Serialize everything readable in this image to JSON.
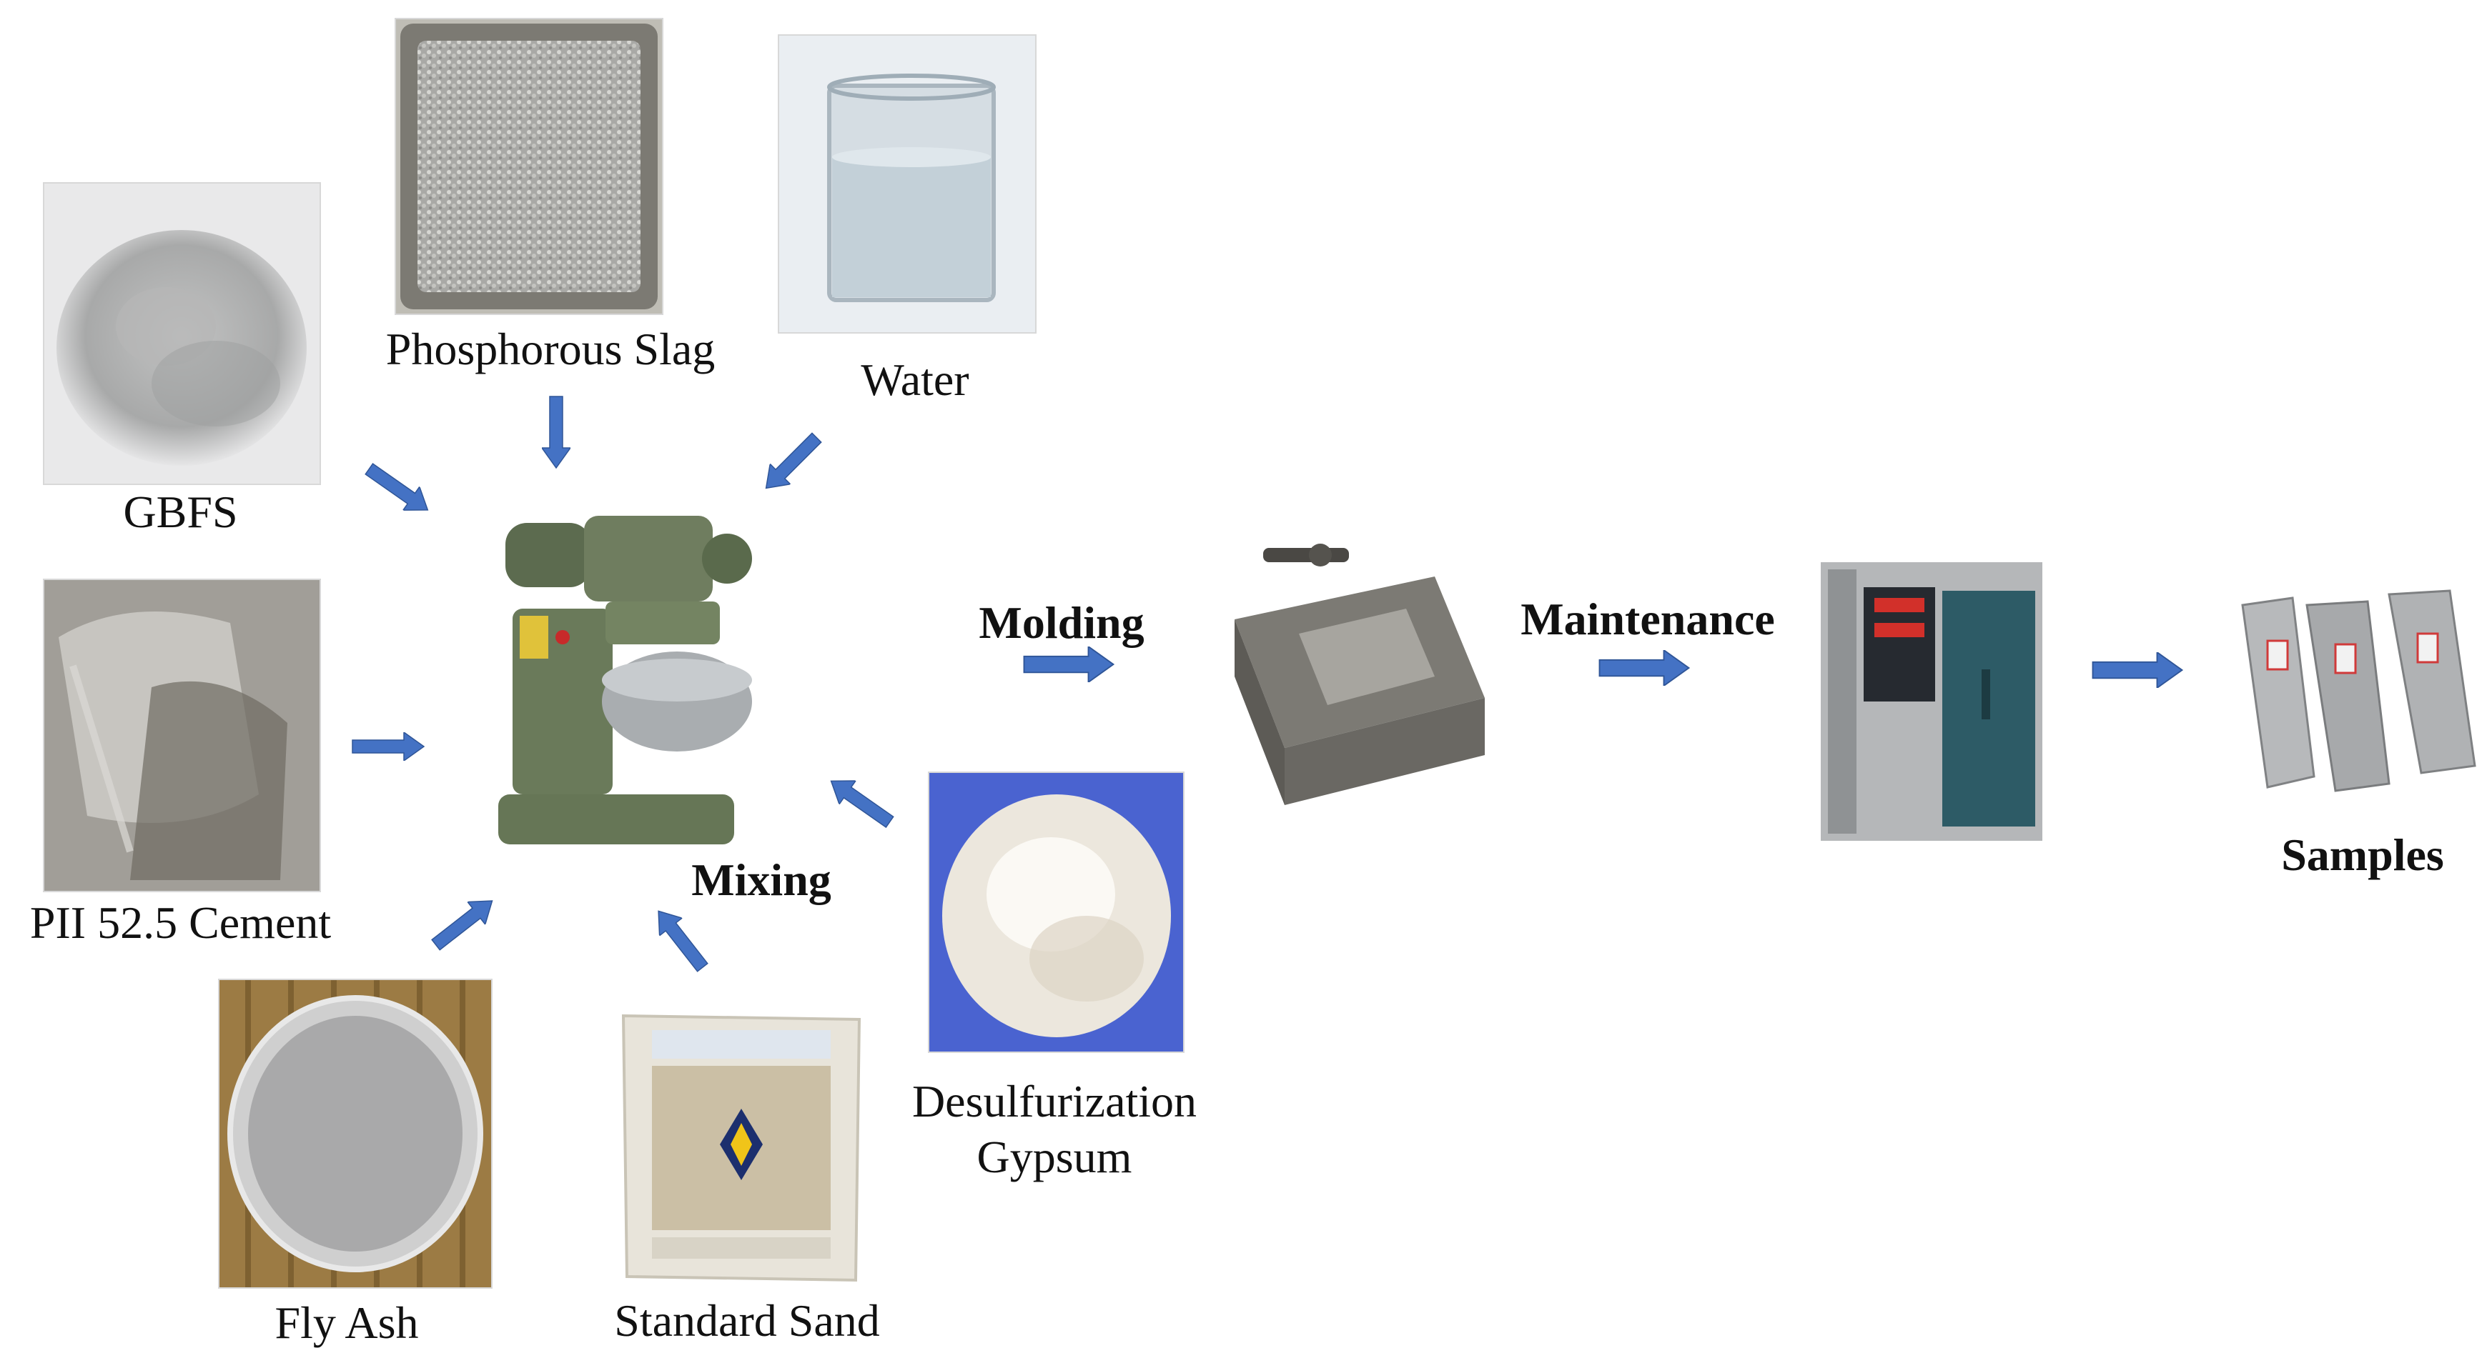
{
  "materials": {
    "gbfs": "GBFS",
    "phosphorous_slag": "Phosphorous Slag",
    "water": "Water",
    "cement": "PII 52.5 Cement",
    "fly_ash": "Fly Ash",
    "standard_sand": "Standard Sand",
    "gypsum_line1": "Desulfurization",
    "gypsum_line2": "Gypsum"
  },
  "process": {
    "mixing": "Mixing",
    "molding": "Molding",
    "maintenance": "Maintenance",
    "samples": "Samples"
  },
  "colors": {
    "arrow_fill": "#4472C4",
    "arrow_stroke": "#2F5597"
  },
  "icons": {
    "gbfs": "powder-pile-photo",
    "phosphorous_slag": "slag-tray-photo",
    "water": "water-beaker-photo",
    "cement": "cement-powder-photo",
    "fly_ash": "fly-ash-dish-photo",
    "standard_sand": "sand-bag-photo",
    "gypsum": "gypsum-powder-photo",
    "mixer": "mortar-mixer-photo",
    "mold": "prism-mold-photo",
    "curing_box": "curing-cabinet-photo",
    "samples": "mortar-prisms-photo"
  }
}
